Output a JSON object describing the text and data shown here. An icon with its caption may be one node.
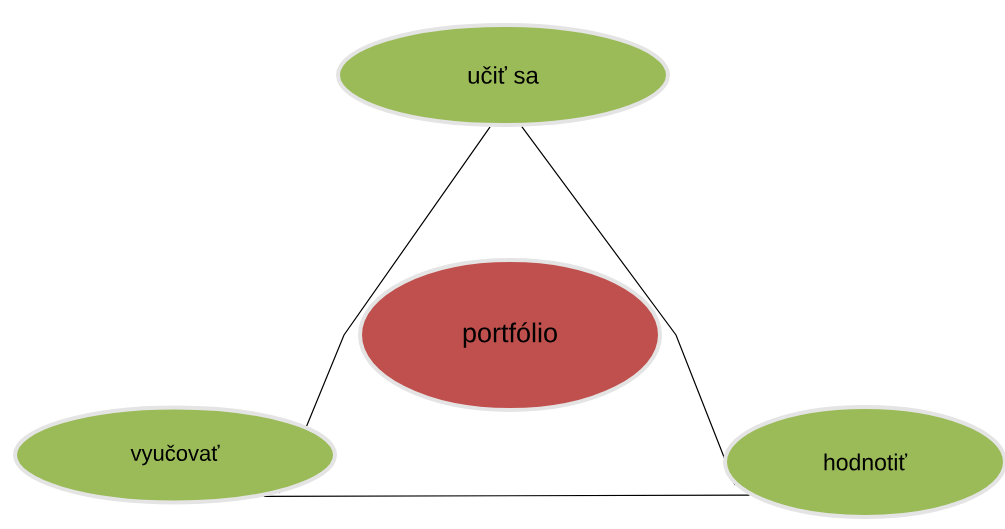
{
  "diagram": {
    "nodes": [
      {
        "text": [
          "učiť sa"
        ]
      },
      {
        "text": [
          "portfólio"
        ]
      },
      {
        "text": [
          "vyučovať"
        ]
      },
      {
        "text": [
          "hodnotiť"
        ]
      }
    ],
    "edges": [
      {
        "from": 0,
        "to": 2,
        "arrow": "none"
      },
      {
        "from": 0,
        "to": 3,
        "arrow": "none"
      },
      {
        "from": 2,
        "to": 3,
        "arrow": "none"
      }
    ]
  }
}
